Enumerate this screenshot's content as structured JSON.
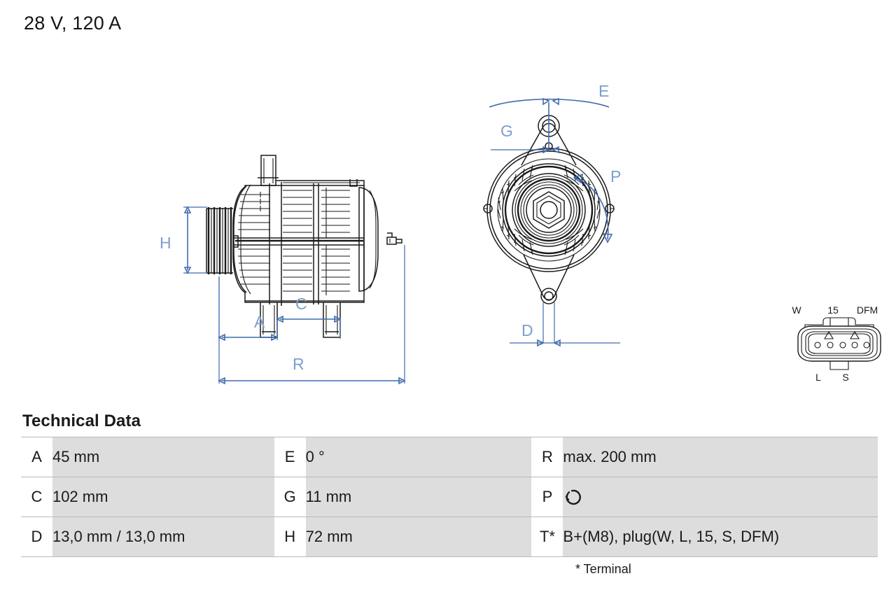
{
  "page": {
    "title": "28 V, 120 A",
    "product": "alternator-technical-drawing"
  },
  "drawing": {
    "side_view": {
      "name": "alternator-side-view",
      "dimension_labels": [
        "H",
        "A",
        "C",
        "R"
      ]
    },
    "front_view": {
      "name": "alternator-front-view",
      "dimension_labels": [
        "E",
        "G",
        "P",
        "D"
      ]
    },
    "connector": {
      "name": "plug-connector-detail",
      "top_labels": [
        "W",
        "15",
        "DFM"
      ],
      "bottom_labels": [
        "L",
        "S"
      ],
      "pin_count": 5
    },
    "accent_color": "#3f6cb0",
    "label_color": "#7d9ed0",
    "line_color": "#1a1a1a"
  },
  "tech": {
    "heading": "Technical Data",
    "footnote": "* Terminal",
    "rows": [
      {
        "k1": "A",
        "v1": "45 mm",
        "k2": "E",
        "v2": "0 °",
        "k3": "R",
        "v3": "max. 200 mm"
      },
      {
        "k1": "C",
        "v1": "102 mm",
        "k2": "G",
        "v2": "11 mm",
        "k3": "P",
        "v3": ""
      },
      {
        "k1": "D",
        "v1": "13,0 mm / 13,0 mm",
        "k2": "H",
        "v2": "72 mm",
        "k3": "T*",
        "v3": "B+(M8), plug(W, L, 15, S, DFM)"
      }
    ],
    "rotation_symbol": "counter-clockwise-rotation-icon",
    "row_bg": "#dddddd",
    "border": "#b9b9b9"
  }
}
